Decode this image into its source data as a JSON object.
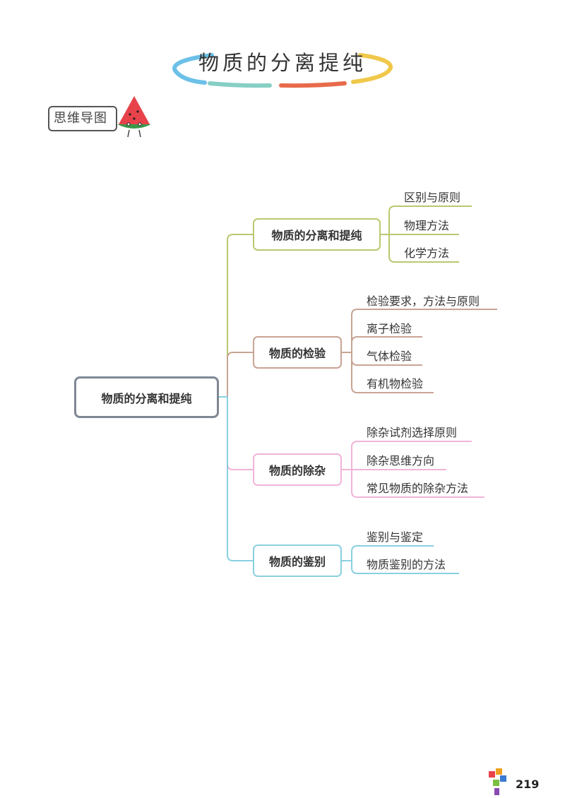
{
  "page": {
    "title": "物质的分离提纯",
    "section_label": "思维导图",
    "page_number": "219"
  },
  "mindmap": {
    "root": "物质的分离和提纯",
    "branches": [
      {
        "label": "物质的分离和提纯",
        "color": "#b8c96e",
        "children": [
          "区别与原则",
          "物理方法",
          "化学方法"
        ]
      },
      {
        "label": "物质的检验",
        "color": "#c8a494",
        "children": [
          "检验要求，方法与原则",
          "离子检验",
          "气体检验",
          "有机物检验"
        ]
      },
      {
        "label": "物质的除杂",
        "color": "#f0b4d8",
        "children": [
          "除杂试剂选择原则",
          "除杂思维方向",
          "常见物质的除杂方法"
        ]
      },
      {
        "label": "物质的鉴别",
        "color": "#8ad0e0",
        "children": [
          "鉴别与鉴定",
          "物质鉴别的方法"
        ]
      }
    ]
  }
}
